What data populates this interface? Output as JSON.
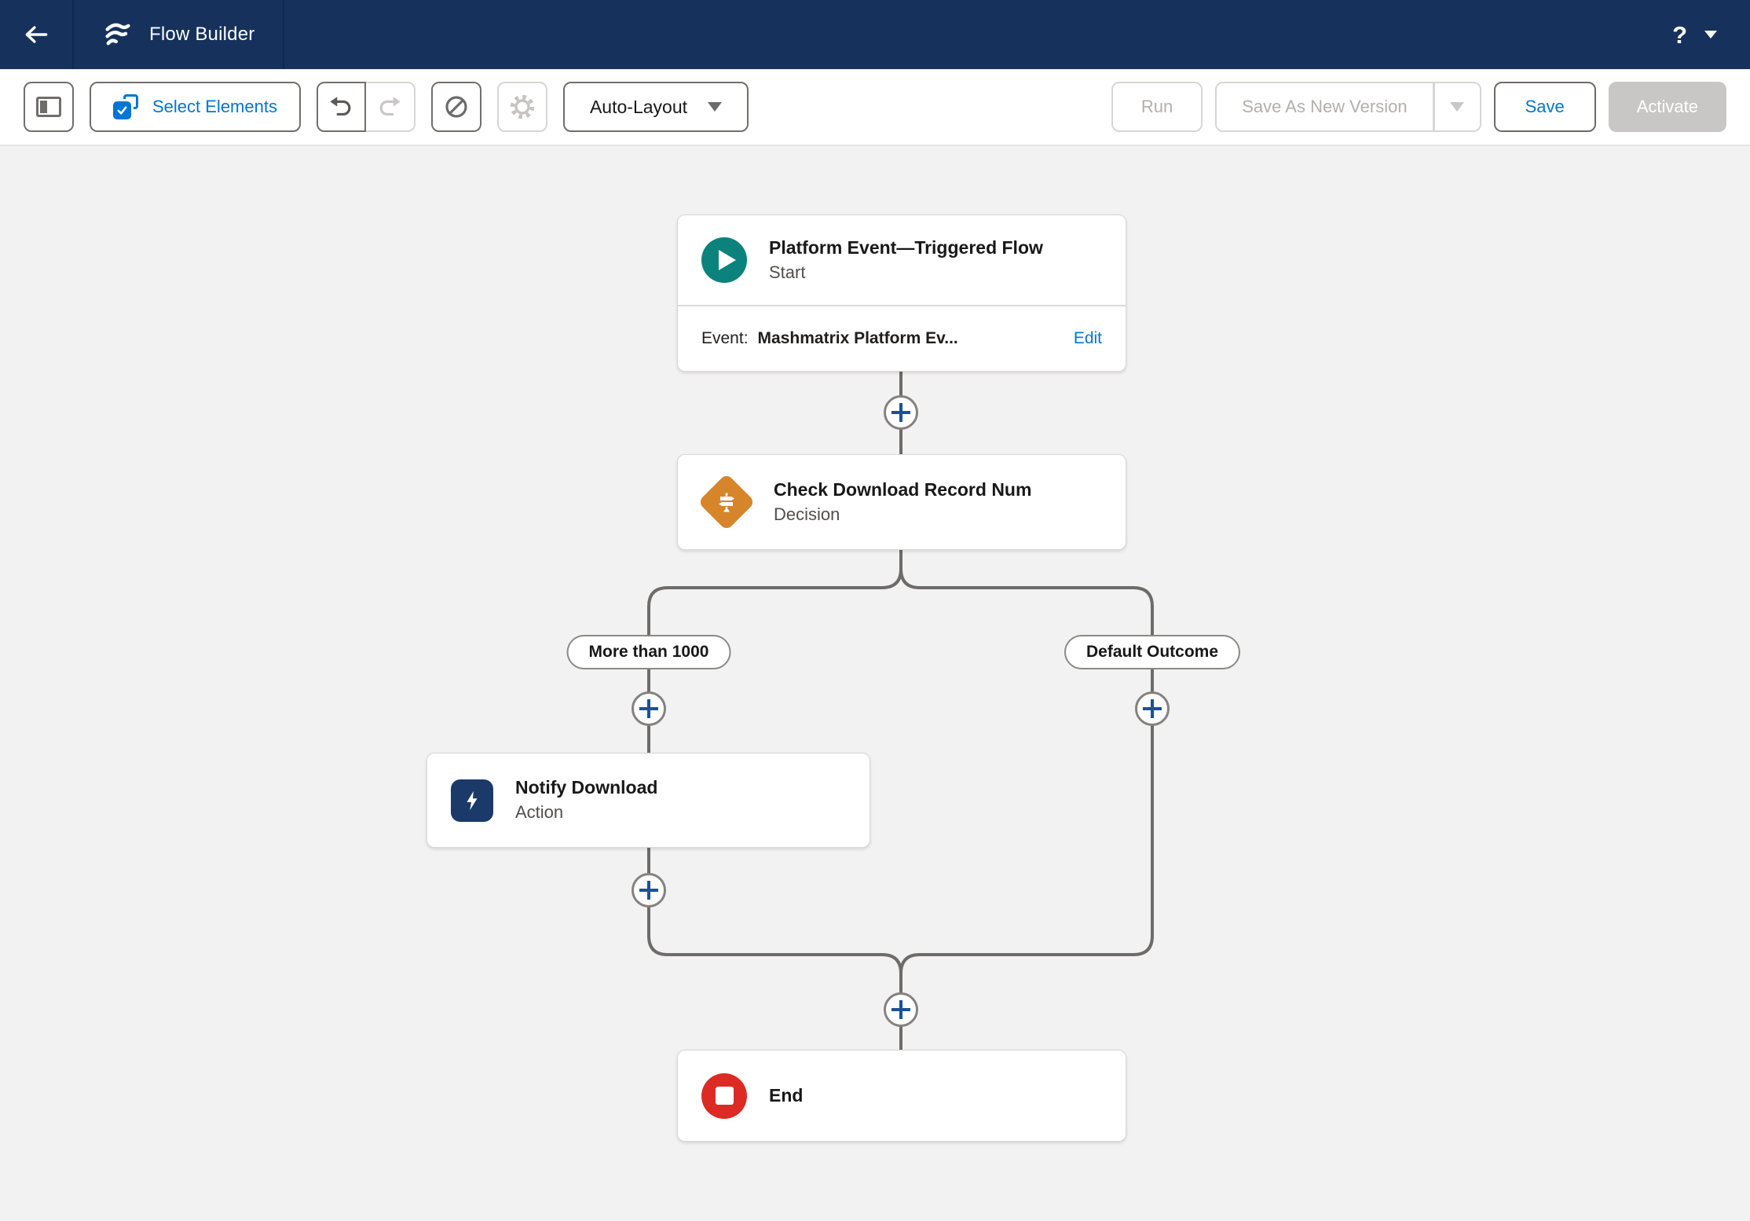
{
  "header": {
    "title": "Flow Builder",
    "help": "?"
  },
  "toolbar": {
    "select_elements": "Select Elements",
    "layout": "Auto-Layout",
    "run": "Run",
    "save_as_new_version": "Save As New Version",
    "save": "Save",
    "activate": "Activate"
  },
  "flow": {
    "start": {
      "title": "Platform Event—Triggered Flow",
      "subtitle": "Start",
      "event_label": "Event:",
      "event_value": "Mashmatrix Platform Ev...",
      "edit": "Edit"
    },
    "decision": {
      "title": "Check Download Record Num",
      "subtitle": "Decision"
    },
    "branches": [
      {
        "label": "More than 1000"
      },
      {
        "label": "Default Outcome"
      }
    ],
    "action": {
      "title": "Notify Download",
      "subtitle": "Action"
    },
    "end": {
      "title": "End"
    }
  },
  "colors": {
    "header_bg": "#16325C",
    "brand_blue": "#0176D3",
    "start_teal": "#0B827C",
    "decision_orange": "#D6852B",
    "action_navy": "#1B3A69",
    "end_red": "#DC2A24",
    "connector_gray": "#6E6C69",
    "plus_blue": "#1B5297",
    "canvas_bg": "#F3F2F2",
    "disabled_gray": "#C9C7C5"
  }
}
